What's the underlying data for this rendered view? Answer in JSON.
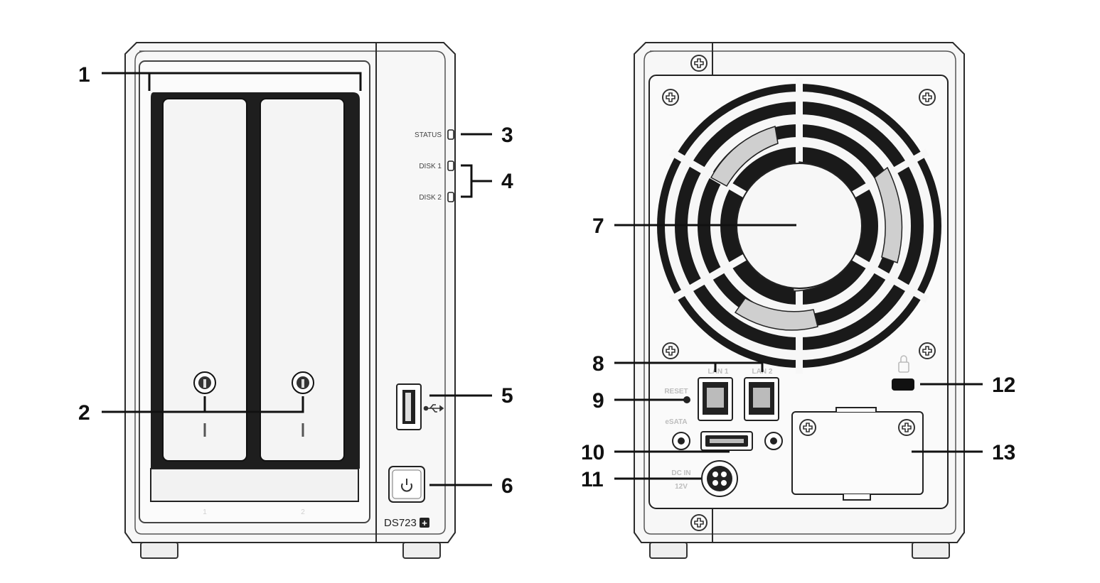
{
  "front": {
    "led_labels": {
      "status": "STATUS",
      "disk1": "DISK 1",
      "disk2": "DISK 2"
    },
    "bay_numbers": [
      "1",
      "2"
    ],
    "model": "DS723",
    "model_badge_symbol": "+"
  },
  "rear": {
    "port_labels": {
      "lan1": "LAN 1",
      "lan2": "LAN 2",
      "reset": "RESET",
      "esata": "eSATA",
      "dc_in": "DC IN",
      "voltage": "12V"
    }
  },
  "callouts": [
    "1",
    "2",
    "3",
    "4",
    "5",
    "6",
    "7",
    "8",
    "9",
    "10",
    "11",
    "12",
    "13"
  ],
  "icons": {
    "usb": "usb-icon",
    "power": "power-icon",
    "lock": "kensington-lock-icon",
    "screw": "screw-icon"
  },
  "colors": {
    "chassis_stroke": "#2b2b2b",
    "panel_fill": "#f7f7f7",
    "recess_fill": "#1e1e1e",
    "line": "#111111"
  }
}
